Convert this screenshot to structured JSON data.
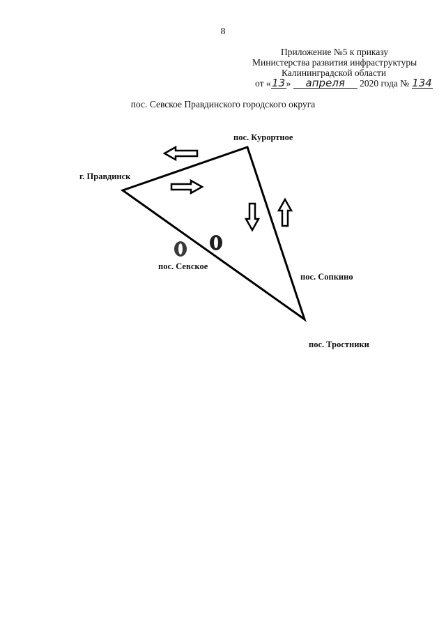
{
  "page_number": "8",
  "header": {
    "line1": "Приложение №5 к приказу",
    "line2": "Министерства развития инфраструктуры",
    "line3": "Калининградской области",
    "order": {
      "prefix": "от «",
      "day": "13",
      "mid": "»",
      "month": "апреля",
      "year_text": "2020 года №",
      "number": "134"
    }
  },
  "subtitle": "пос. Севское Правдинского городского округа",
  "places": {
    "kurortnoe": "пос. Курортное",
    "pravdinsk": "г. Правдинск",
    "sevskoe": "пос. Севское",
    "sopkino": "пос. Сопкино",
    "trostniki": "пос. Тростники"
  }
}
